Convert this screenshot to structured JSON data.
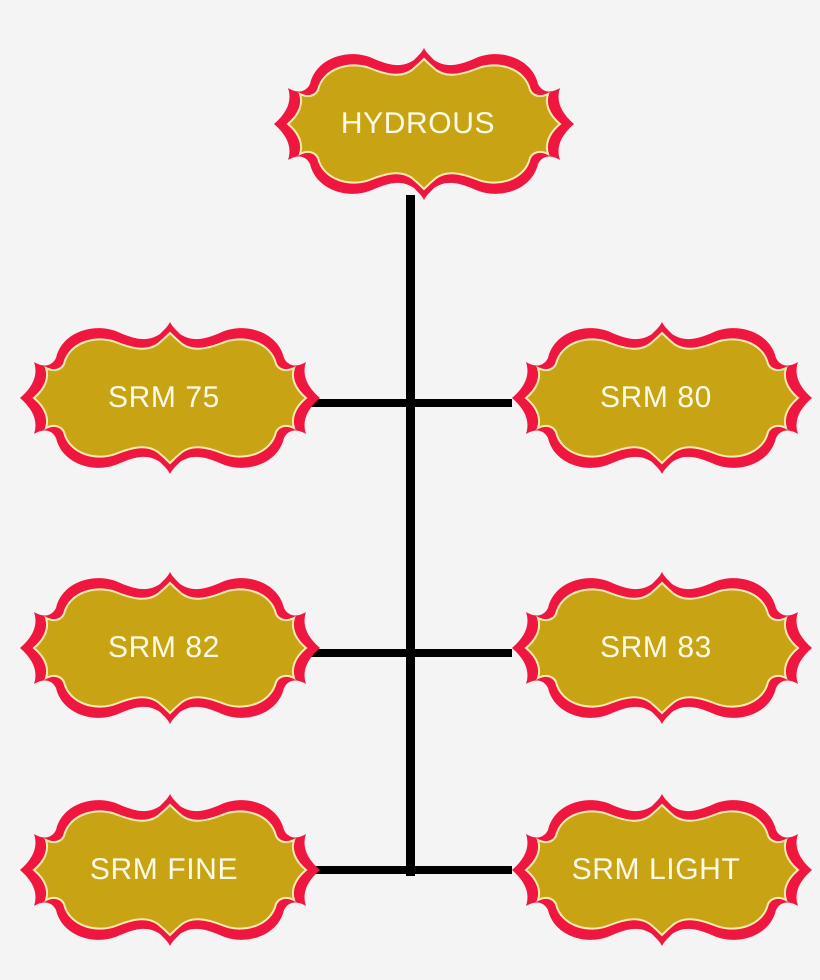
{
  "diagram": {
    "type": "organization-chart",
    "background_color": "#f4f4f4",
    "node_fill_color": "#c8a415",
    "node_border_color": "#ef173f",
    "node_inner_outline_color": "#f5ecb0",
    "label_color": "#fdfbe8",
    "connector_color": "#000000",
    "root": {
      "id": "hydrous",
      "label": "HYDROUS"
    },
    "children": [
      {
        "id": "srm-75",
        "label": "SRM 75",
        "side": "left",
        "row": 1
      },
      {
        "id": "srm-80",
        "label": "SRM 80",
        "side": "right",
        "row": 1
      },
      {
        "id": "srm-82",
        "label": "SRM 82",
        "side": "left",
        "row": 2
      },
      {
        "id": "srm-83",
        "label": "SRM 83",
        "side": "right",
        "row": 2
      },
      {
        "id": "srm-fine",
        "label": "SRM FINE",
        "side": "left",
        "row": 3
      },
      {
        "id": "srm-light",
        "label": "SRM LIGHT",
        "side": "right",
        "row": 3
      }
    ]
  }
}
